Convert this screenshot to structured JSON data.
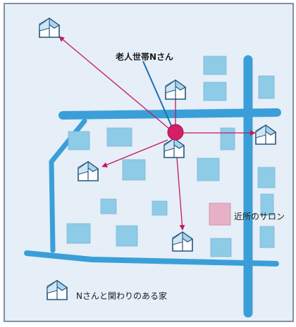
{
  "labels": {
    "household": "老人世帯Nさん",
    "salon": "近所のサロン",
    "legend": "Nさんと関わりのある家"
  },
  "colors": {
    "background": "#e6eef8",
    "frame": "#5b6f8c",
    "road": "#3a9fd8",
    "block": "#8ecbe6",
    "household_marker": "#d41e66",
    "connection_arrow": "#c2185b",
    "salon": "#e7b1c5",
    "pointer_line": "#1f6fb0",
    "house_fill": "#a9d5ee",
    "house_stroke": "#24557a"
  },
  "icons": {
    "house": "house-icon",
    "household": "household-marker-icon"
  }
}
